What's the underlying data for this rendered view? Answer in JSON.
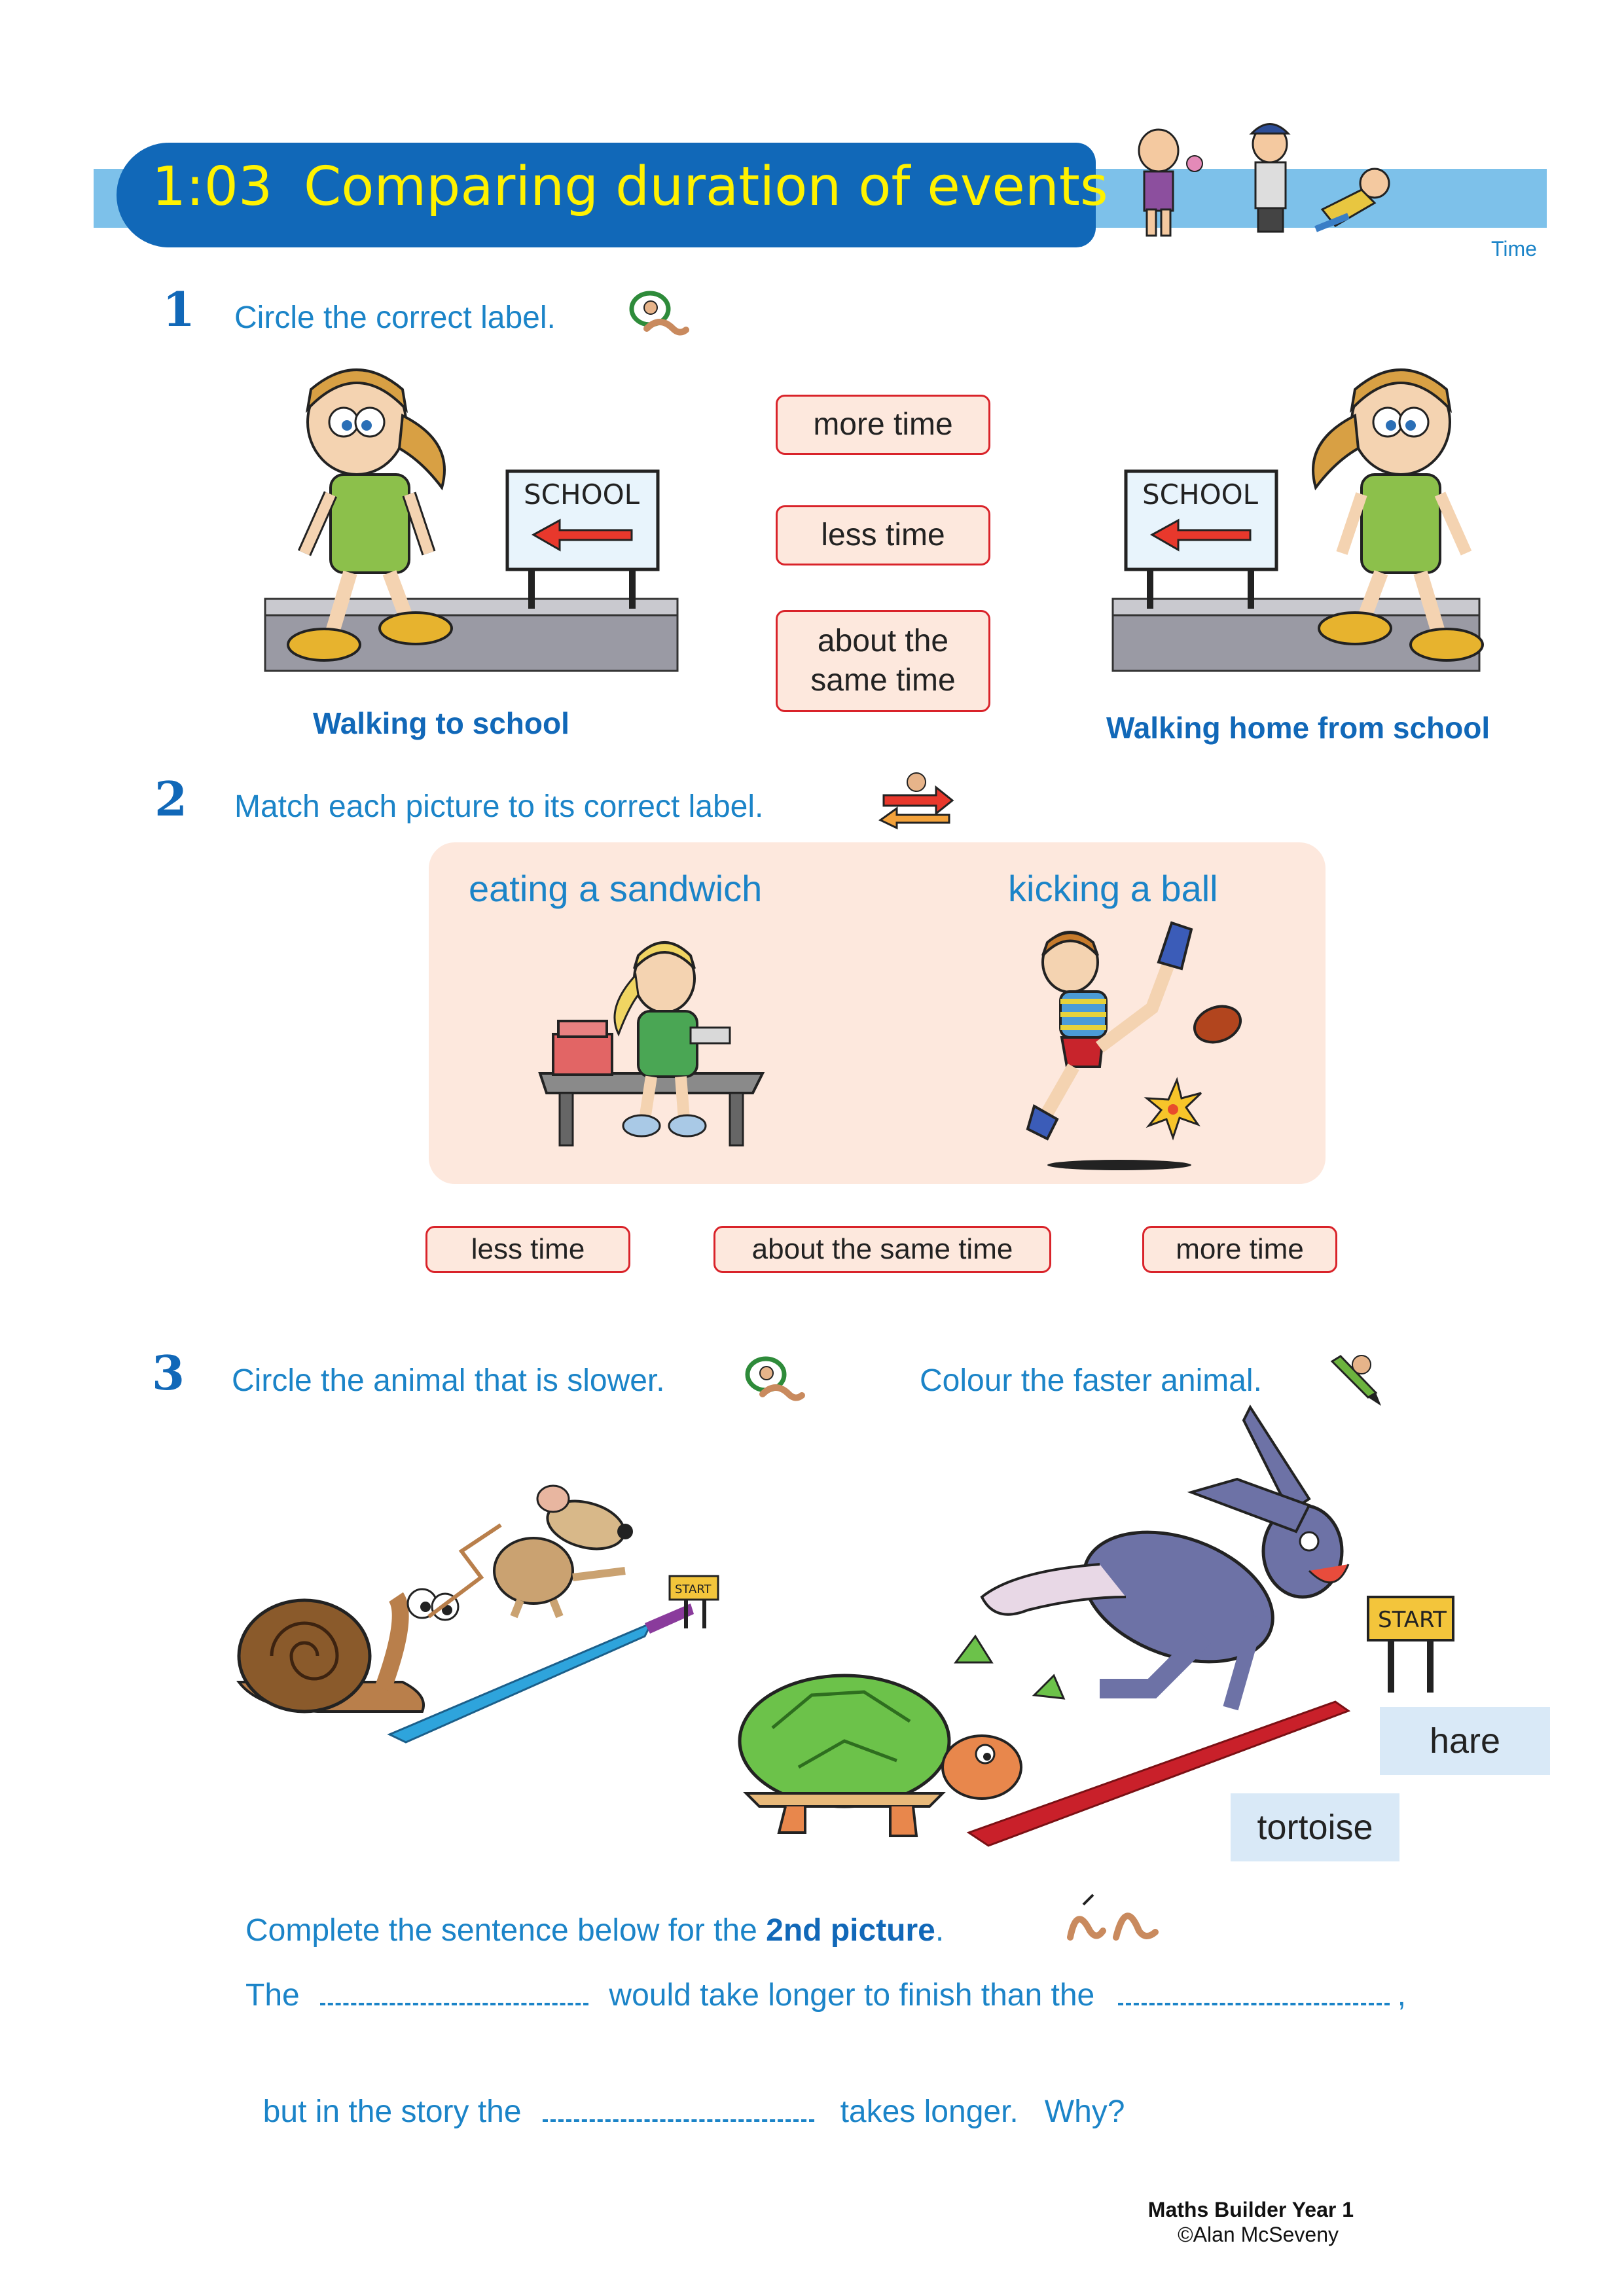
{
  "header": {
    "number": "1:03",
    "title": "Comparing duration of events",
    "topic": "Time"
  },
  "q1": {
    "number": "1",
    "instruction": "Circle the correct label.",
    "options": [
      "more time",
      "less time",
      "about the same time"
    ],
    "left_caption": "Walking to school",
    "right_caption": "Walking home from school",
    "sign_text": "SCHOOL"
  },
  "q2": {
    "number": "2",
    "instruction": "Match each picture to its correct label.",
    "left_picture": "eating a sandwich",
    "right_picture": "kicking a ball",
    "labels": [
      "less time",
      "about the same time",
      "more time"
    ]
  },
  "q3": {
    "number": "3",
    "instruction_left": "Circle the animal that is slower.",
    "instruction_right": "Colour the faster animal.",
    "start_sign": "START",
    "animal_labels": [
      "hare",
      "tortoise"
    ],
    "complete_prefix": "Complete the sentence below for the ",
    "complete_bold": "2nd picture",
    "complete_suffix": ".",
    "line1_start": "The",
    "line1_mid": "would take longer to finish than the",
    "line1_end": ",",
    "line2_start": "but in the story the",
    "line2_end": "takes longer.   Why?"
  },
  "footer": {
    "book": "Maths Builder Year 1",
    "copyright": "©Alan McSeveny"
  },
  "colors": {
    "title_yellow": "#fff200",
    "header_blue": "#1168b8",
    "band_blue": "#7dc1ea",
    "text_blue": "#1b84c8",
    "box_red": "#d9232a",
    "box_fill": "#fde8dd"
  }
}
